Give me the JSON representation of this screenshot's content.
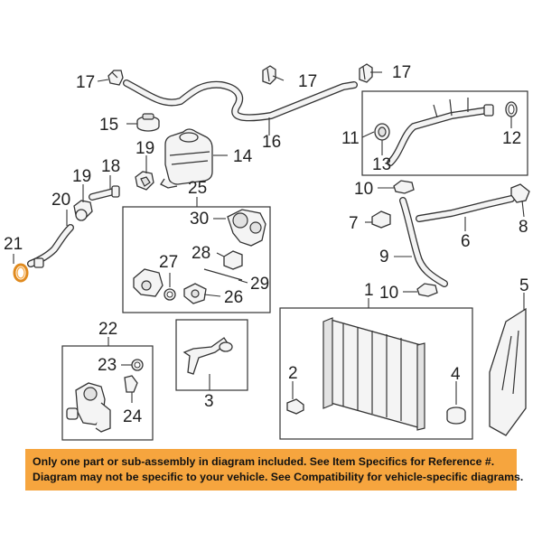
{
  "callouts": {
    "c1": "1",
    "c2": "2",
    "c3": "3",
    "c4": "4",
    "c5": "5",
    "c6": "6",
    "c7": "7",
    "c8": "8",
    "c9": "9",
    "c10a": "10",
    "c10b": "10",
    "c11": "11",
    "c12": "12",
    "c13": "13",
    "c14": "14",
    "c15": "15",
    "c16": "16",
    "c17a": "17",
    "c17b": "17",
    "c17c": "17",
    "c18": "18",
    "c19a": "19",
    "c19b": "19",
    "c20": "20",
    "c21": "21",
    "c22": "22",
    "c23": "23",
    "c24": "24",
    "c25": "25",
    "c26": "26",
    "c27": "27",
    "c28": "28",
    "c29": "29",
    "c30": "30"
  },
  "highlight_color": "#f6a53e",
  "notice": {
    "line1": "Only one part or sub-assembly in diagram included. See Item Specifics for Reference #.",
    "line2": "Diagram may not be specific to your vehicle. See Compatibility for vehicle-specific diagrams."
  }
}
